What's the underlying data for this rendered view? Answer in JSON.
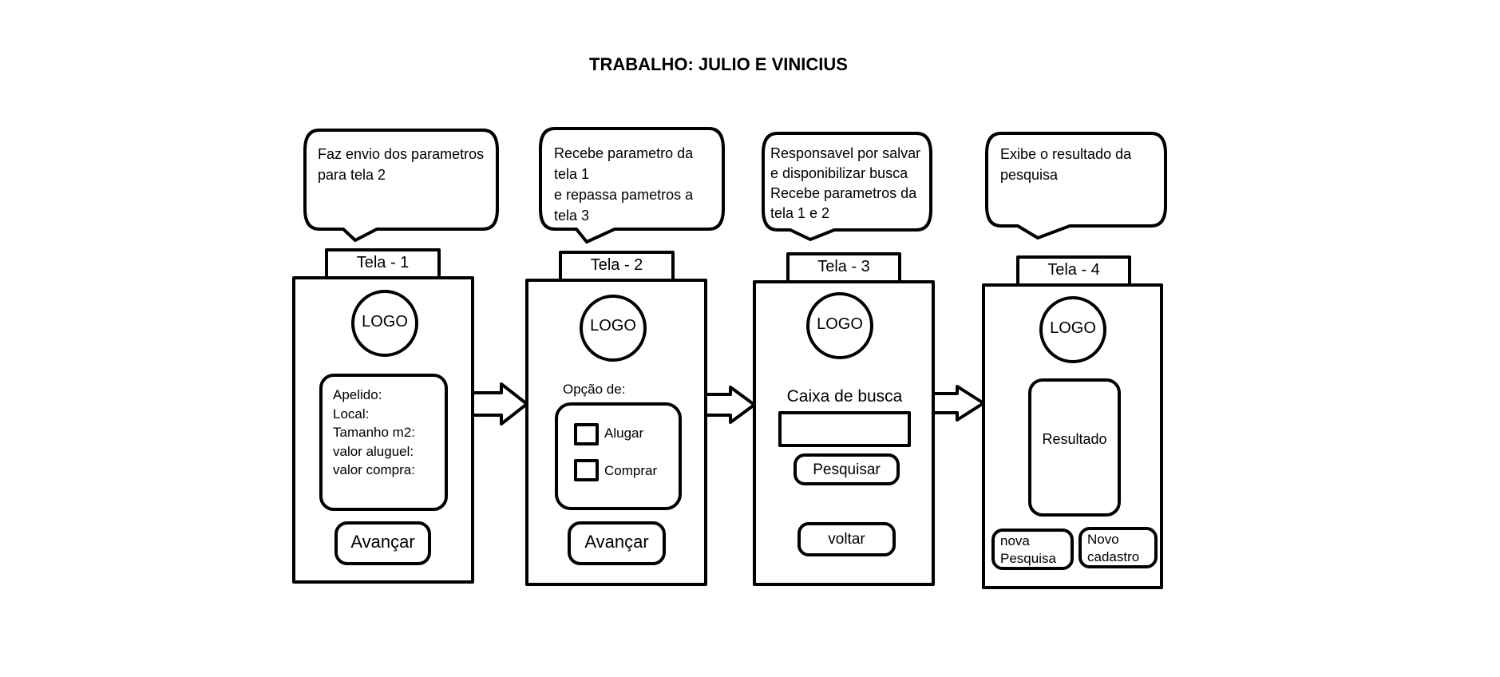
{
  "title": "TRABALHO: JULIO E VINICIUS",
  "screens": [
    {
      "tab": "Tela - 1",
      "bubble": "Faz envio dos parametros\npara tela 2",
      "logo": "LOGO",
      "fields": [
        "Apelido:",
        "Local:",
        "Tamanho m2:",
        "valor aluguel:",
        "valor compra:"
      ],
      "button": "Avançar"
    },
    {
      "tab": "Tela - 2",
      "bubble": "Recebe parametro da\ntela 1\ne repassa pametros a\ntela 3",
      "logo": "LOGO",
      "option_label": "Opção de:",
      "options": [
        "Alugar",
        "Comprar"
      ],
      "button": "Avançar"
    },
    {
      "tab": "Tela - 3",
      "bubble": "Responsavel por salvar\ne disponibilizar busca\nRecebe parametros da\ntela 1 e 2",
      "logo": "LOGO",
      "search_label": "Caixa de busca",
      "search_button": "Pesquisar",
      "back_button": "voltar"
    },
    {
      "tab": "Tela - 4",
      "bubble": "Exibe o resultado da\npesquisa",
      "logo": "LOGO",
      "result": "Resultado",
      "button_left": "nova\nPesquisa",
      "button_right": "Novo\ncadastro"
    }
  ]
}
